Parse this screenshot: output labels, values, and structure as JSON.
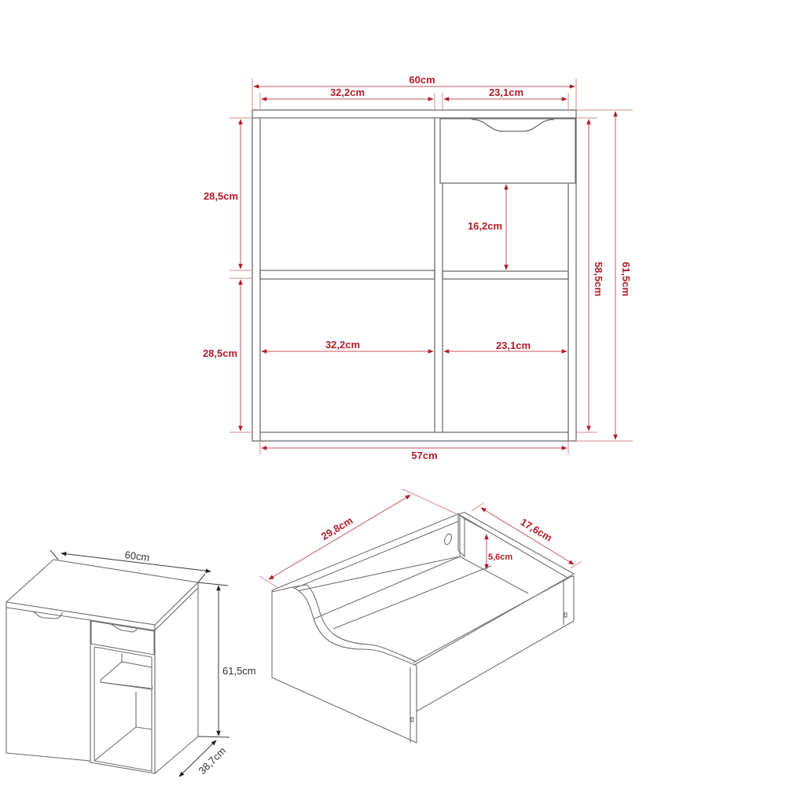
{
  "colors": {
    "dimension_red": "#b01e2a",
    "outline_gray": "#6e6e6e",
    "background": "#ffffff"
  },
  "front_elevation": {
    "overall_width": "60cm",
    "left_opening_width_top": "32,2cm",
    "right_opening_width_top": "23,1cm",
    "upper_height_left": "28,5cm",
    "lower_height_left": "28,5cm",
    "under_drawer_height": "16,2cm",
    "inner_height": "58,5cm",
    "overall_height": "61,5cm",
    "left_opening_width_bottom": "32,2cm",
    "right_opening_width_bottom": "23,1cm",
    "inner_width": "57cm"
  },
  "isometric_cabinet": {
    "width": "60cm",
    "height": "61,5cm",
    "depth": "38,7cm"
  },
  "drawer": {
    "length": "29,8cm",
    "width": "17,6cm",
    "height": "5,6cm"
  }
}
